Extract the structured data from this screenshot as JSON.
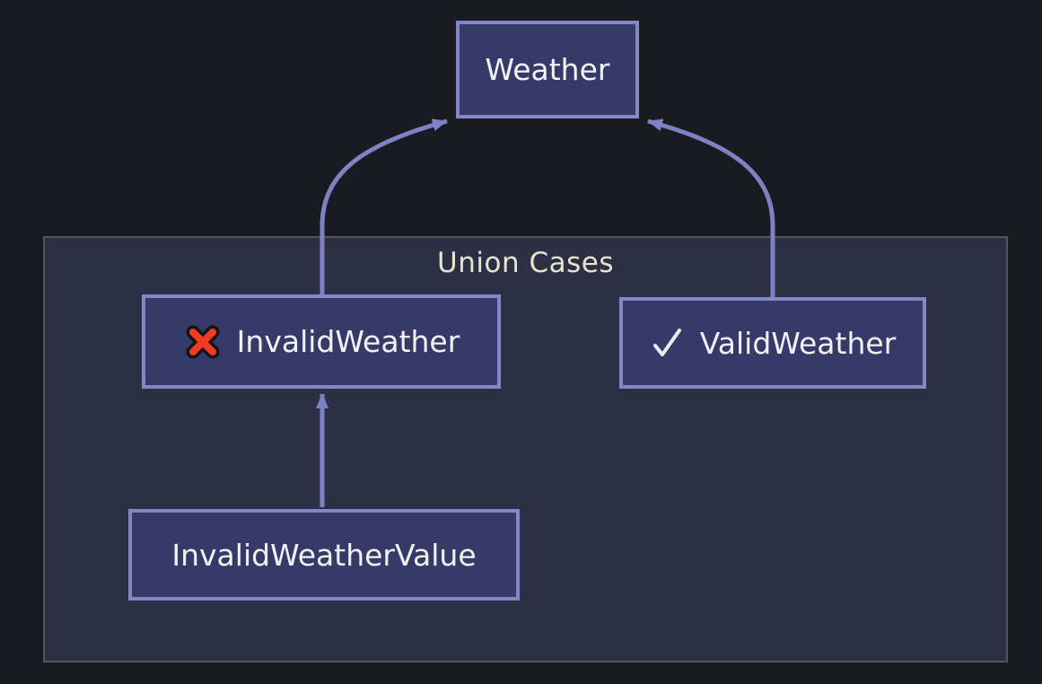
{
  "diagram": {
    "group": {
      "label": "Union Cases"
    },
    "nodes": {
      "weather": {
        "label": "Weather"
      },
      "invalid_weather": {
        "label": "InvalidWeather",
        "icon": "red-cross-icon"
      },
      "valid_weather": {
        "label": "ValidWeather",
        "icon": "checkmark-icon"
      },
      "invalid_weather_value": {
        "label": "InvalidWeatherValue"
      }
    },
    "edges": [
      {
        "from": "InvalidWeather",
        "to": "Weather"
      },
      {
        "from": "ValidWeather",
        "to": "Weather"
      },
      {
        "from": "InvalidWeatherValue",
        "to": "InvalidWeather"
      }
    ],
    "colors": {
      "background": "#191b20",
      "node_fill": "#373a69",
      "node_border": "#8387c6",
      "node_text": "#f2f2f4",
      "group_fill": "#2d2f44",
      "group_border": "#55565b",
      "group_label_text": "#e7e4cd",
      "edge": "#7d82c4",
      "cross_icon": "#f13b25",
      "cross_icon_outline": "#141414",
      "check_icon": "#ececec"
    }
  }
}
